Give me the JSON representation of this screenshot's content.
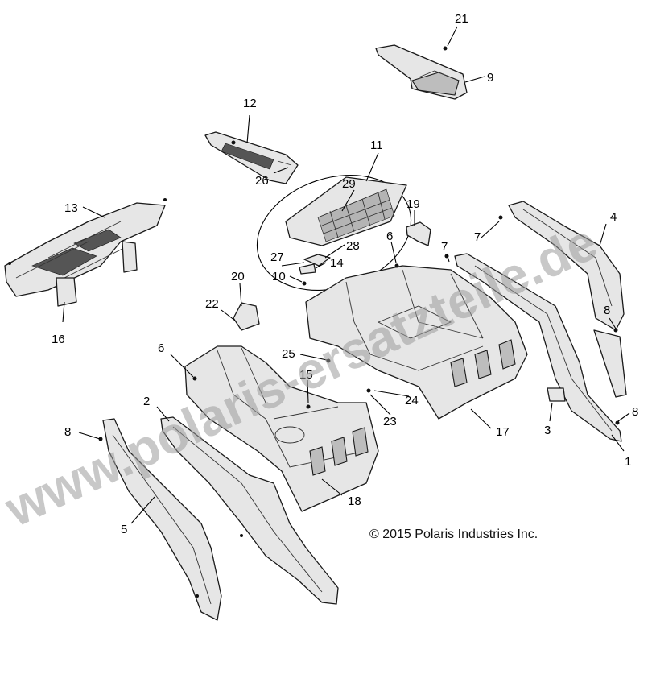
{
  "copyright": "© 2015 Polaris Industries Inc.",
  "watermark": "www.polaris-ersatzteile.de",
  "callouts": {
    "c1": "1",
    "c2": "2",
    "c3": "3",
    "c4": "4",
    "c5": "5",
    "c6a": "6",
    "c6b": "6",
    "c7a": "7",
    "c7b": "7",
    "c8a": "8",
    "c8b": "8",
    "c8c": "8",
    "c9": "9",
    "c10": "10",
    "c11": "11",
    "c12": "12",
    "c13": "13",
    "c14": "14",
    "c15": "15",
    "c16": "16",
    "c17": "17",
    "c18": "18",
    "c19": "19",
    "c20": "20",
    "c21": "21",
    "c22": "22",
    "c23": "23",
    "c24": "24",
    "c25": "25",
    "c26": "26",
    "c27": "27",
    "c28": "28",
    "c29": "29"
  }
}
